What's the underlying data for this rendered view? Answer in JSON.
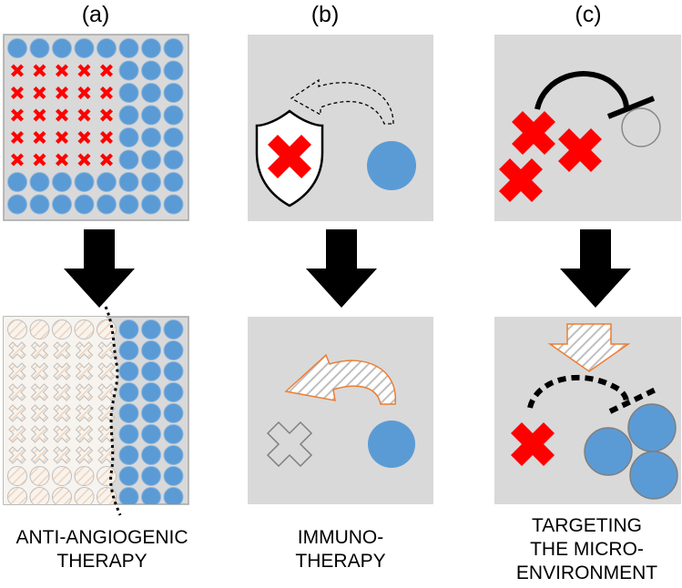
{
  "panels": [
    {
      "label": "(a)",
      "caption_lines": [
        "ANTI-ANGIOGENIC",
        "THERAPY"
      ]
    },
    {
      "label": "(b)",
      "caption_lines": [
        "IMMUNO-",
        "THERAPY"
      ]
    },
    {
      "label": "(c)",
      "caption_lines": [
        "TARGETING",
        "THE MICRO-",
        "ENVIRONMENT"
      ]
    }
  ],
  "colors": {
    "box_fill": "#d9d9d9",
    "box_stroke": "#a6a6a6",
    "tumor_red": "#ff0000",
    "cell_blue": "#5b9bd5",
    "faded_orange": "#f4b183",
    "hatch_gray": "#bfbfbf",
    "arrow_black": "#000000"
  },
  "icons": [
    "down-arrow-icon",
    "shield-icon",
    "cross-icon",
    "circle-cell-icon",
    "curved-arrow-icon",
    "block-arrow-icon"
  ]
}
